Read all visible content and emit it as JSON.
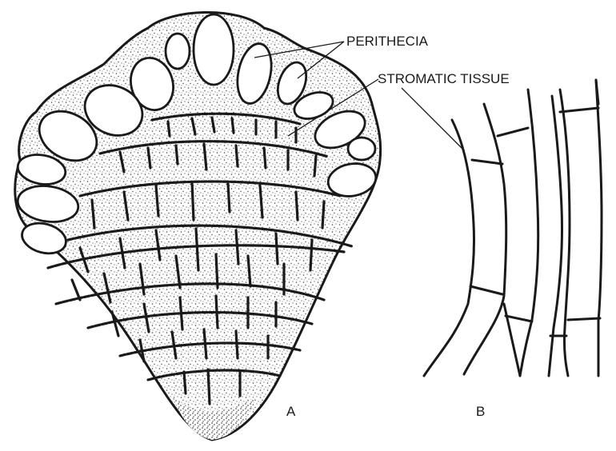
{
  "labels": {
    "perithecia": "PERITHECIA",
    "stromatic_tissue": "STROMATIC TISSUE"
  },
  "captions": {
    "a": "A",
    "b": "B"
  },
  "colors": {
    "ink": "#1a1a1a",
    "stipple": "#333333",
    "background": "#ffffff"
  }
}
